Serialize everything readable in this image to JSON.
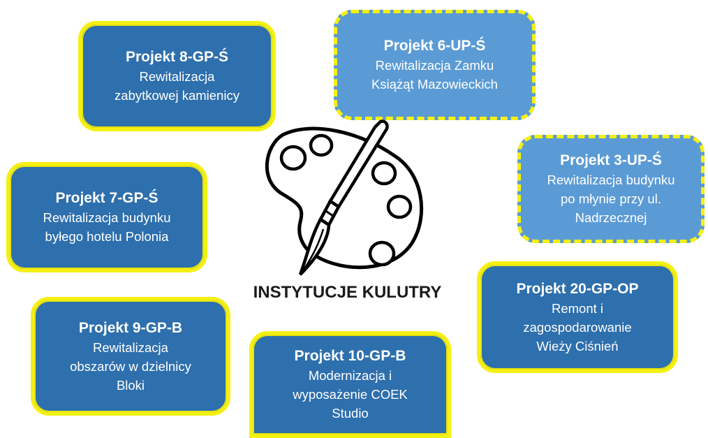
{
  "center": {
    "label": "INSTYTUCJE KULUTRY",
    "icon": "palette-brush-icon"
  },
  "projects": [
    {
      "title": "Projekt 8-GP-Ś",
      "desc": "Rewitalizacja\nzabytkowej kamienicy",
      "style": "solid"
    },
    {
      "title": "Projekt 6-UP-Ś",
      "desc": "Rewitalizacja Zamku\nKsiążąt Mazowieckich",
      "style": "dashed"
    },
    {
      "title": "Projekt 3-UP-Ś",
      "desc": "Rewitalizacja budynku\npo młynie przy ul.\nNadrzecznej",
      "style": "dashed"
    },
    {
      "title": "Projekt 7-GP-Ś",
      "desc": "Rewitalizacja budynku\nbyłego hotelu Polonia",
      "style": "solid"
    },
    {
      "title": "Projekt 20-GP-OP",
      "desc": "Remont i\nzagospodarowanie\nWieży Ciśnień",
      "style": "solid"
    },
    {
      "title": "Projekt 9-GP-B",
      "desc": "Rewitalizacja\nobszarów w dzielnicy\nBloki",
      "style": "solid"
    },
    {
      "title": "Projekt 10-GP-B",
      "desc": "Modernizacja i\nwyposażenie COEK\nStudio",
      "style": "solid"
    }
  ],
  "colors": {
    "solid_fill": "#2e6fad",
    "dashed_fill": "#5b9bd5",
    "border": "#f4f013"
  }
}
